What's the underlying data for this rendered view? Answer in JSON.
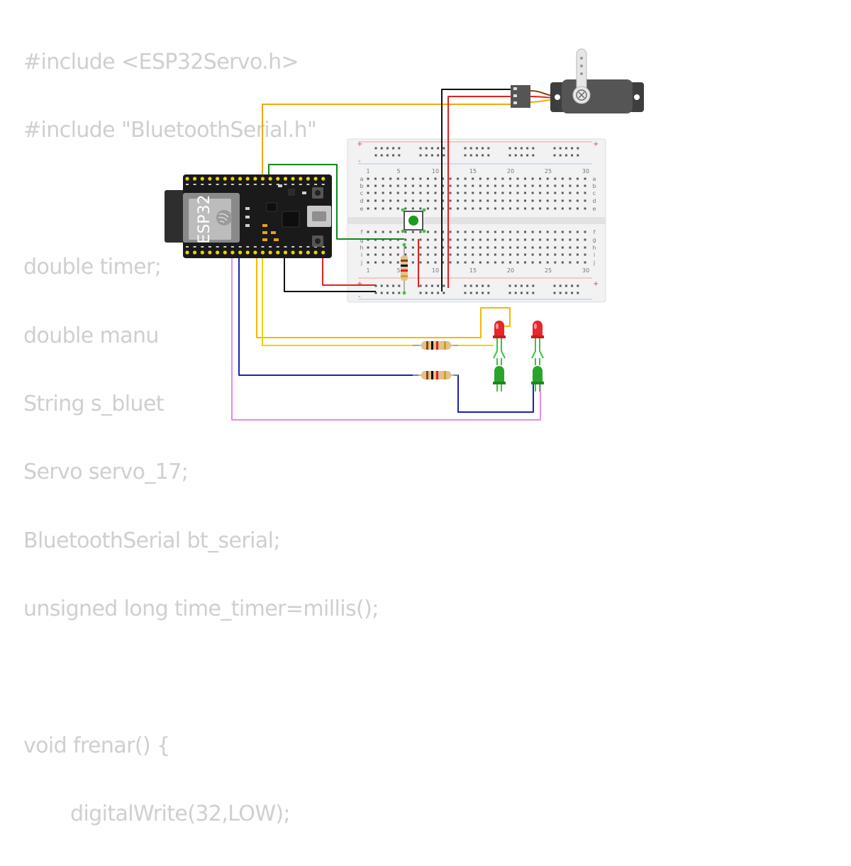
{
  "code_lines": [
    "#include <ESP32Servo.h>",
    "#include \"BluetoothSerial.h\"",
    "",
    "double timer;",
    "double manu",
    "String s_bluet",
    "Servo servo_17;",
    "BluetoothSerial bt_serial;",
    "unsigned long time_timer=millis();",
    "",
    "void frenar() {",
    "digitalWrite(32,LOW);"
  ],
  "board": {
    "label": "ESP32"
  },
  "breadboard": {
    "rail_plus": "+",
    "rail_minus": "-",
    "row_letters_top": [
      "a",
      "b",
      "c",
      "d",
      "e"
    ],
    "row_letters_bottom": [
      "f",
      "g",
      "h",
      "i",
      "j"
    ],
    "column_numbers": [
      "1",
      "5",
      "10",
      "15",
      "20",
      "25",
      "30"
    ]
  },
  "colors": {
    "wire_orange": "#f5a800",
    "wire_red": "#e02020",
    "wire_black": "#111111",
    "wire_green": "#0a8a1a",
    "wire_yellow": "#f2d200",
    "wire_blue": "#1a20b0",
    "wire_pink": "#e68ae6",
    "led_red": "#e8262c",
    "led_green": "#2aa52a",
    "button_cap": "#1d9a1d",
    "board_body": "#1a1a1a",
    "breadboard_body": "#f2f2f2",
    "servo_body": "#4a4a4a"
  },
  "icons": [
    "espressif-logo-icon",
    "usb-port-icon"
  ]
}
